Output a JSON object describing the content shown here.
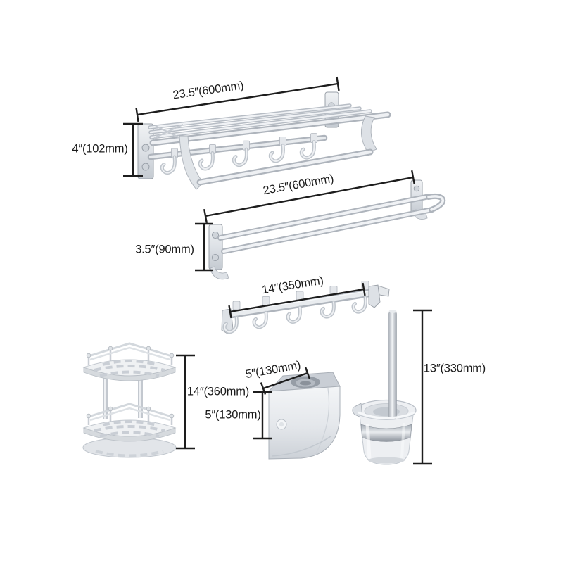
{
  "page": {
    "type": "product-dimension-diagram",
    "background": "#ffffff",
    "colors": {
      "dimension_line": "#1d1d1d",
      "label_text": "#1b1b1b",
      "metal_light": "#f2f4f6",
      "metal_mid": "#d6dadf",
      "metal_dark": "#aab0b8"
    }
  },
  "diagram": {
    "items": [
      {
        "id": "folding-towel-rack",
        "name": "folding towel rack with swing bar and sliding hooks",
        "width_label": "23.5″(600mm)",
        "height_label": "4″(102mm)"
      },
      {
        "id": "double-towel-bar",
        "name": "double towel bar",
        "width_label": "23.5″(600mm)",
        "height_label": "3.5″(90mm)"
      },
      {
        "id": "hook-rail",
        "name": "robe hook rail with sliding hooks",
        "width_label": "14″(350mm)"
      },
      {
        "id": "corner-shelf",
        "name": "two tier corner basket shelf",
        "height_label": "14″(360mm)"
      },
      {
        "id": "paper-holder",
        "name": "toilet paper holder",
        "width_label": "5″(130mm)",
        "height_label": "5″(130mm)"
      },
      {
        "id": "toilet-brush",
        "name": "toilet brush with frosted glass holder",
        "height_label": "13″(330mm)"
      }
    ]
  }
}
